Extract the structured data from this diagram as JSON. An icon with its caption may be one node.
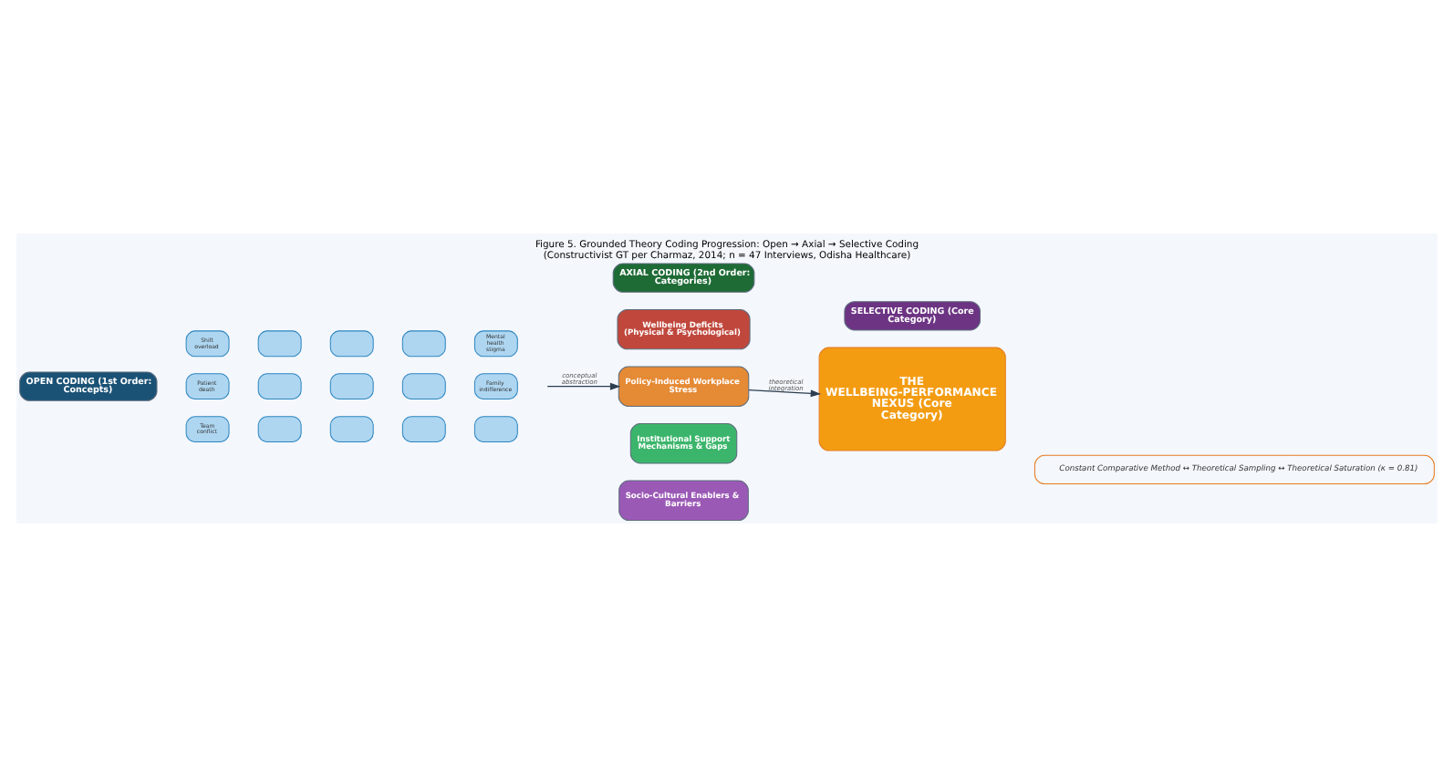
{
  "diagram": {
    "title": "Figure 5. Grounded Theory Coding Progression: Open → Axial → Selective Coding (Constructivist GT per Charmaz, 2014; n = 47 Interviews, Odisha Healthcare)",
    "nodes": [
      {
        "text": [
          "OPEN CODING (1st Order: Concepts)"
        ]
      },
      {
        "text": [
          "AXIAL CODING (2nd Order: Categories)"
        ]
      },
      {
        "text": [
          "SELECTIVE CODING (Core Category)"
        ]
      },
      {
        "text": [
          "Shift overload"
        ]
      },
      {
        "text": [],
        "shape": "box"
      },
      {
        "text": [],
        "shape": "box"
      },
      {
        "text": [],
        "shape": "box"
      },
      {
        "text": [
          "Mental health stigma"
        ]
      },
      {
        "text": [
          "Patient death"
        ]
      },
      {
        "text": [],
        "shape": "box"
      },
      {
        "text": [],
        "shape": "box"
      },
      {
        "text": [],
        "shape": "box"
      },
      {
        "text": [
          "Family indifference"
        ]
      },
      {
        "text": [
          "Team conflict"
        ]
      },
      {
        "text": [],
        "shape": "box"
      },
      {
        "text": [],
        "shape": "box"
      },
      {
        "text": [],
        "shape": "box"
      },
      {
        "text": [],
        "shape": "box"
      },
      {
        "text": [
          "Wellbeing Deficits (Physical & Psychological)"
        ]
      },
      {
        "text": [
          "Policy-Induced Workplace Stress"
        ]
      },
      {
        "text": [
          "Institutional Support Mechanisms & Gaps"
        ]
      },
      {
        "text": [
          "Socio-Cultural Enablers & Barriers"
        ]
      },
      {
        "text": [
          "THE WELLBEING-PERFORMANCE NEXUS (Core Category)"
        ]
      },
      {
        "text": [
          "Constant Comparative Method ↔ Theoretical Sampling ↔ Theoretical Saturation (κ = 0.81)"
        ]
      }
    ],
    "edges": [
      {
        "from": null,
        "to": 19,
        "arrow": "to",
        "label": "conceptual abstraction"
      },
      {
        "from": 19,
        "to": 22,
        "arrow": "to",
        "label": "theoretical integration"
      }
    ]
  }
}
